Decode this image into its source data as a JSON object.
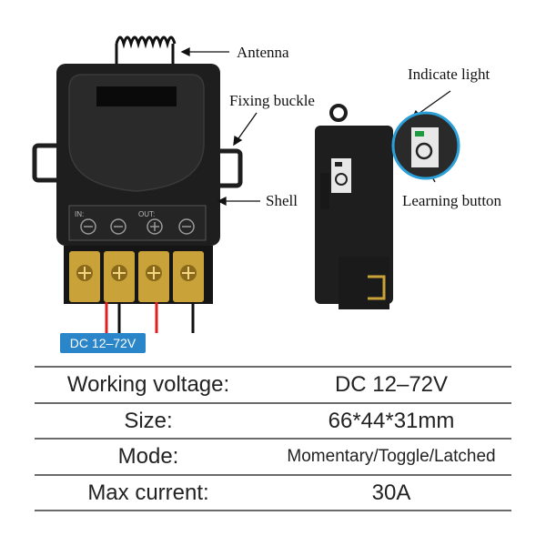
{
  "callouts": {
    "antenna": "Antenna",
    "fixing_buckle": "Fixing buckle",
    "shell": "Shell",
    "indicate_light": "Indicate light",
    "learning_button": "Learning button"
  },
  "panel": {
    "in_label": "IN:",
    "out_label": "OUT:"
  },
  "voltage_badge": "DC 12–72V",
  "specs": [
    {
      "key": "Working voltage:",
      "value": "DC 12–72V"
    },
    {
      "key": "Size:",
      "value": "66*44*31mm"
    },
    {
      "key": "Mode:",
      "value": "Momentary/Toggle/Latched"
    },
    {
      "key": "Max current:",
      "value": "30A"
    }
  ],
  "colors": {
    "badge": "#2a86c9",
    "body": "#1e1e1e",
    "terminal_brass": "#c9a23a",
    "wire_red": "#e02020",
    "callout_ring": "#2a9fd8"
  }
}
